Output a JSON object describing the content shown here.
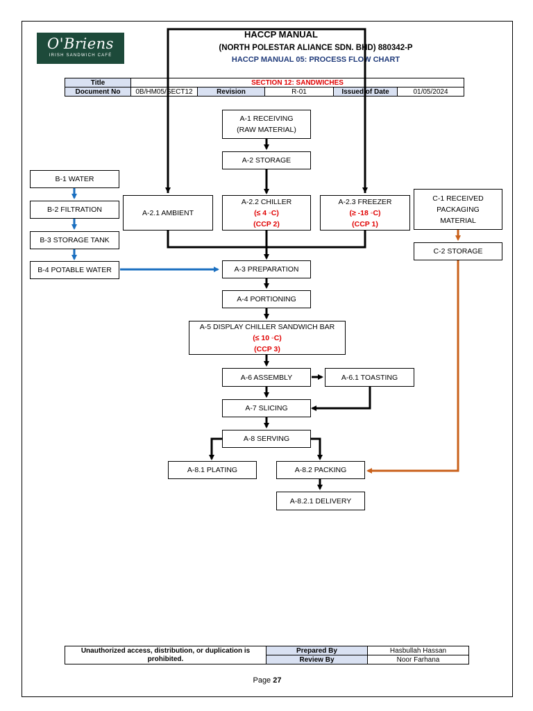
{
  "logo": {
    "brand": "O'Briens",
    "tagline": "IRISH SANDWICH CAFÉ"
  },
  "header": {
    "title": "HACCP MANUAL",
    "company": "(NORTH POLESTAR ALIANCE SDN. BHD) 880342-P",
    "subtitle": "HACCP MANUAL 05: PROCESS FLOW CHART"
  },
  "info": {
    "title_label": "Title",
    "title_value": "SECTION 12: SANDWICHES",
    "doc_label": "Document No",
    "doc_value": "0B/HM05/SECT12",
    "rev_label": "Revision",
    "rev_value": "R-01",
    "issue_label": "Issued of Date",
    "issue_value": "01/05/2024"
  },
  "flow": {
    "a1": {
      "l1": "A-1 RECEIVING",
      "l2": "(RAW MATERIAL)"
    },
    "a2": "A-2 STORAGE",
    "a21": "A-2.1 AMBIENT",
    "a22": {
      "l1": "A-2.2 CHILLER",
      "temp": "(≤ 4 ◦C)",
      "ccp": "(CCP 2)"
    },
    "a23": {
      "l1": "A-2.3 FREEZER",
      "temp": "(≥ -18 ◦C)",
      "ccp": "(CCP 1)"
    },
    "a3": "A-3 PREPARATION",
    "a4": "A-4 PORTIONING",
    "a5": {
      "l1": "A-5 DISPLAY CHILLER SANDWICH BAR",
      "temp": "(≤ 10 ◦C)",
      "ccp": "(CCP 3)"
    },
    "a6": "A-6 ASSEMBLY",
    "a61": "A-6.1 TOASTING",
    "a7": "A-7 SLICING",
    "a8": "A-8 SERVING",
    "a81": "A-8.1 PLATING",
    "a82": "A-8.2 PACKING",
    "a821": "A-8.2.1 DELIVERY",
    "b1": "B-1 WATER",
    "b2": "B-2 FILTRATION",
    "b3": "B-3 STORAGE TANK",
    "b4": "B-4 POTABLE WATER",
    "c1": {
      "l1": "C-1 RECEIVED",
      "l2": "PACKAGING",
      "l3": "MATERIAL"
    },
    "c2": "C-2 STORAGE",
    "colors": {
      "black": "#000000",
      "water": "#1a6fc0",
      "packaging": "#c9601a",
      "ccp": "#e00000"
    }
  },
  "footer": {
    "notice": "Unauthorized access, distribution, or duplication is prohibited.",
    "prepared_label": "Prepared By",
    "prepared_value": "Hasbullah Hassan",
    "review_label": "Review By",
    "review_value": "Noor Farhana",
    "page_label": "Page",
    "page_number": "27"
  }
}
